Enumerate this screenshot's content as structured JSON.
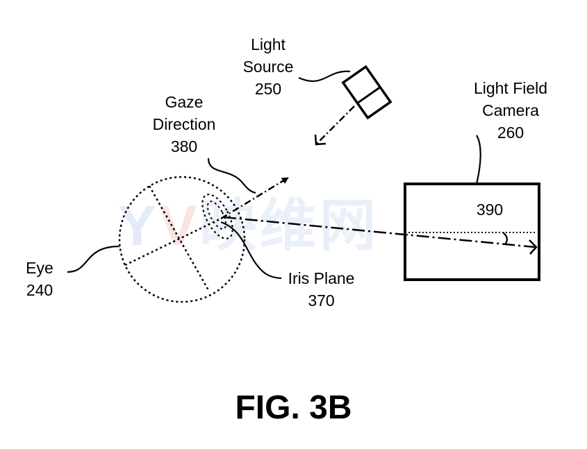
{
  "colors": {
    "line": "#000000",
    "background": "#ffffff",
    "watermark_blue": "#3a6fd0",
    "watermark_red": "#d23a3a"
  },
  "labels": {
    "light_source": [
      "Light",
      "Source",
      "250"
    ],
    "gaze_direction": [
      "Gaze",
      "Direction",
      "380"
    ],
    "light_field_camera": [
      "Light Field",
      "Camera",
      "260"
    ],
    "eye": [
      "Eye",
      "240"
    ],
    "iris_plane": [
      "Iris Plane",
      "370"
    ],
    "region_390": "390"
  },
  "caption": "FIG. 3B",
  "watermark": {
    "y": "Y",
    "v": "V",
    "rest": "映维网"
  }
}
